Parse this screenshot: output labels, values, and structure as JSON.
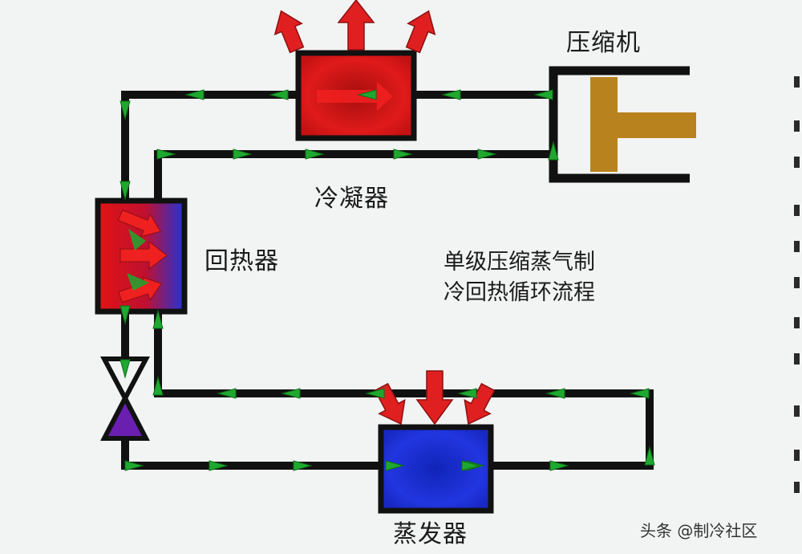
{
  "labels": {
    "compressor": "压缩机",
    "condenser": "冷凝器",
    "regenerator": "回热器",
    "evaporator": "蒸发器"
  },
  "title": {
    "line1": "单级压缩蒸气制",
    "line2": "冷回热循环流程"
  },
  "watermark": "头条 @制冷社区",
  "colors": {
    "background": "#f2f3f3",
    "pipe": "#111111",
    "flow_arrow": "#1fa82f",
    "heat_arrow": "#e02020",
    "condenser": "#d81616",
    "evaporator": "#1c2fd8",
    "compressor_piston": "#b8831e",
    "valve": "#6a1fb0"
  },
  "icons": [
    "heat-release-arrows",
    "heat-absorb-arrows",
    "flow-direction-arrows",
    "expansion-valve-icon",
    "piston-icon"
  ]
}
